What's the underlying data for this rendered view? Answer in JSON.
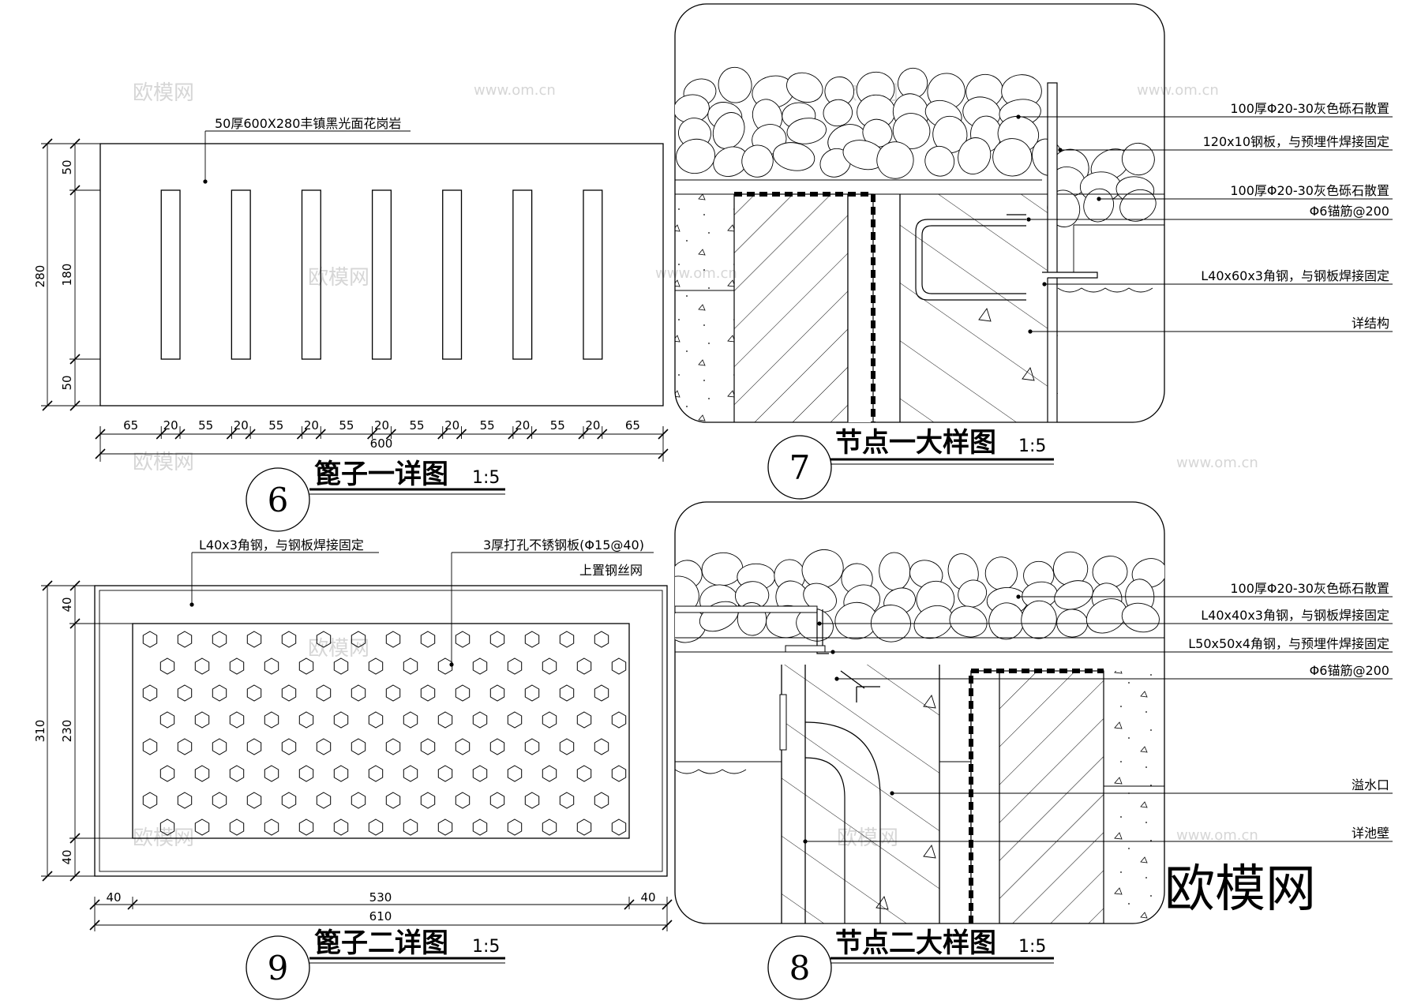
{
  "detail6": {
    "material_label": "50厚600X280丰镇黑光面花岗岩",
    "dims_top": [
      "65",
      "20",
      "55",
      "20",
      "55",
      "20",
      "55",
      "20",
      "55",
      "20",
      "55",
      "20",
      "55",
      "20",
      "65"
    ],
    "total_width": "600",
    "dims_left": [
      "280",
      "50",
      "180",
      "50"
    ],
    "title": "篦子一详图",
    "scale": "1:5",
    "number": "6"
  },
  "detail9": {
    "label_angle": "L40x3角钢，与钢板焊接固定",
    "label_plate": "3厚打孔不锈钢板(Φ15@40)",
    "label_mesh": "上置钢丝网",
    "dims_bottom": [
      "40",
      "530",
      "40"
    ],
    "total_width": "610",
    "dims_left": [
      "310",
      "40",
      "230",
      "40"
    ],
    "title": "篦子二详图",
    "scale": "1:5",
    "number": "9"
  },
  "detail7": {
    "labels": [
      "100厚Φ20-30灰色砾石散置",
      "120x10钢板，与预埋件焊接固定",
      "100厚Φ20-30灰色砾石散置",
      "Φ6锚筋@200",
      "L40x60x3角钢，与钢板焊接固定",
      "详结构"
    ],
    "title": "节点一大样图",
    "scale": "1:5",
    "number": "7"
  },
  "detail8": {
    "labels": [
      "100厚Φ20-30灰色砾石散置",
      "L40x40x3角钢，与钢板焊接固定",
      "L50x50x4角钢，与预埋件焊接固定",
      "Φ6锚筋@200",
      "溢水口",
      "详池壁"
    ],
    "title": "节点二大样图",
    "scale": "1:5",
    "number": "8"
  },
  "watermark": {
    "brand": "欧模网",
    "url": "www.om.cn"
  }
}
